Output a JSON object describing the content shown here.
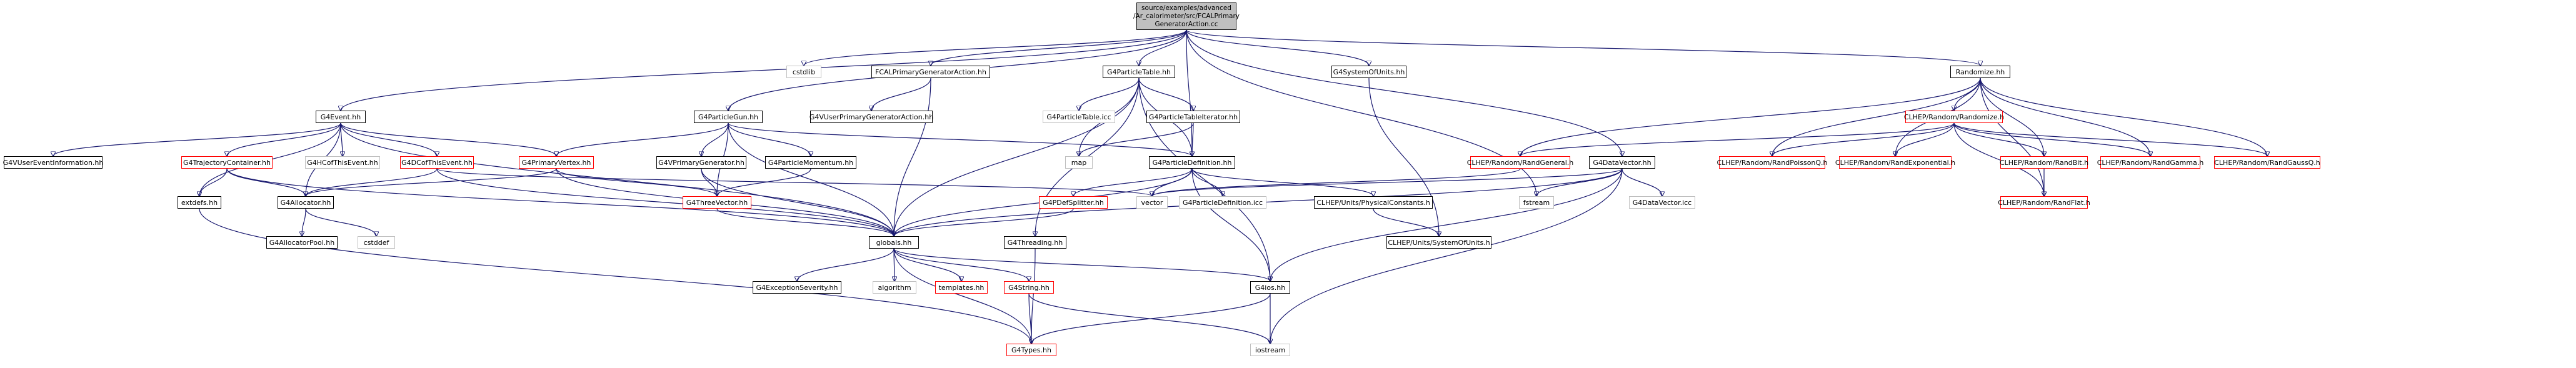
{
  "diagram": {
    "root": "source/examples/advanced\n/Ar_calorimeter/src/FCALPrimary\nGeneratorAction.cc",
    "nodes": {
      "fcal_pga_hh": "FCALPrimaryGeneratorAction.hh",
      "g4particletable_hh": "G4ParticleTable.hh",
      "g4systemofunits_hh": "G4SystemOfUnits.hh",
      "randomize_hh": "Randomize.hh",
      "cstdlib": "cstdlib",
      "g4event_hh": "G4Event.hh",
      "g4particlegun_hh": "G4ParticleGun.hh",
      "g4vuserpga_hh": "G4VUserPrimaryGeneratorAction.hh",
      "g4particletable_icc": "G4ParticleTable.icc",
      "g4particletableiterator_hh": "G4ParticleTableIterator.hh",
      "map": "map",
      "g4particledefinition_hh": "G4ParticleDefinition.hh",
      "g4vuserevent_hh": "G4VUserEventInformation.hh",
      "g4trajectorycontainer_hh": "G4TrajectoryContainer.hh",
      "g4hcofthisevent_hh": "G4HCofThisEvent.hh",
      "g4dcofthisevent_hh": "G4DCofThisEvent.hh",
      "g4primaryvertex_hh": "G4PrimaryVertex.hh",
      "g4vprimarygenerator_hh": "G4VPrimaryGenerator.hh",
      "g4particlemomentum_hh": "G4ParticleMomentum.hh",
      "clhep_randgeneral": "CLHEP/Random/RandGeneral.h",
      "g4datavector_hh": "G4DataVector.hh",
      "clhep_randomize": "CLHEP/Random/Randomize.h",
      "clhep_randpoissonq": "CLHEP/Random/RandPoissonQ.h",
      "clhep_randexponential": "CLHEP/Random/RandExponential.h",
      "clhep_randbit": "CLHEP/Random/RandBit.h",
      "clhep_randgamma": "CLHEP/Random/RandGamma.h",
      "clhep_randgaussq": "CLHEP/Random/RandGaussQ.h",
      "extdefs_hh": "extdefs.hh",
      "g4allocator_hh": "G4Allocator.hh",
      "g4threevector_hh": "G4ThreeVector.hh",
      "vector": "vector",
      "g4pdefsplitter_hh": "G4PDefSplitter.hh",
      "g4particledefinition_icc": "G4ParticleDefinition.icc",
      "clhep_physicalconstants": "CLHEP/Units/PhysicalConstants.h",
      "fstream": "fstream",
      "g4datavector_icc": "G4DataVector.icc",
      "clhep_randflat": "CLHEP/Random/RandFlat.h",
      "g4allocatorpool_hh": "G4AllocatorPool.hh",
      "cstddef": "cstddef",
      "globals_hh": "globals.hh",
      "g4threading_hh": "G4Threading.hh",
      "clhep_systemofunits": "CLHEP/Units/SystemOfUnits.h",
      "g4exceptionseverity_hh": "G4ExceptionSeverity.hh",
      "algorithm": "algorithm",
      "templates_hh": "templates.hh",
      "g4string_hh": "G4String.hh",
      "g4ios_hh": "G4ios.hh",
      "g4types_hh": "G4Types.hh",
      "iostream": "iostream"
    },
    "colors": {
      "edge": "#191970",
      "default_border": "#000000",
      "missing_border": "#ff0000",
      "system_border": "#bfbfbf",
      "root_fill": "#bfbfbf"
    }
  }
}
